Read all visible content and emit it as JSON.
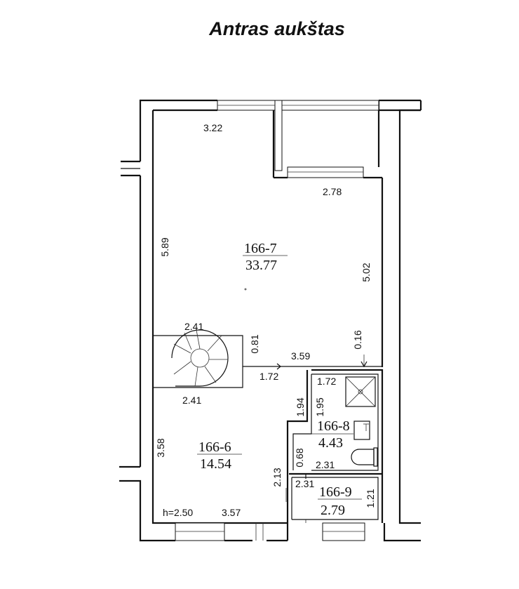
{
  "title": "Antras aukštas",
  "rooms": [
    {
      "id": "166-7",
      "area": "33.77"
    },
    {
      "id": "166-6",
      "area": "14.54"
    },
    {
      "id": "166-8",
      "area": "4.43"
    },
    {
      "id": "166-9",
      "area": "2.79"
    }
  ],
  "dimensions": {
    "top_left_width": "3.22",
    "top_right_width": "2.78",
    "left_height_main": "5.89",
    "right_height_main": "5.02",
    "stair_top": "2.41",
    "stair_bottom": "2.41",
    "stair_depth": "0.81",
    "partition_right": "3.59",
    "partition_offset": "0.16",
    "partition_left": "1.72",
    "shower_width": "1.72",
    "bath_height_a": "1.94",
    "bath_height_b": "1.95",
    "bath_step": "0.68",
    "bath_width": "2.31",
    "left_height_lower": "3.58",
    "corridor_height": "2.13",
    "small_room_width": "2.31",
    "small_room_height": "1.21",
    "ceiling_height": "h=2.50",
    "bottom_width": "3.57"
  }
}
